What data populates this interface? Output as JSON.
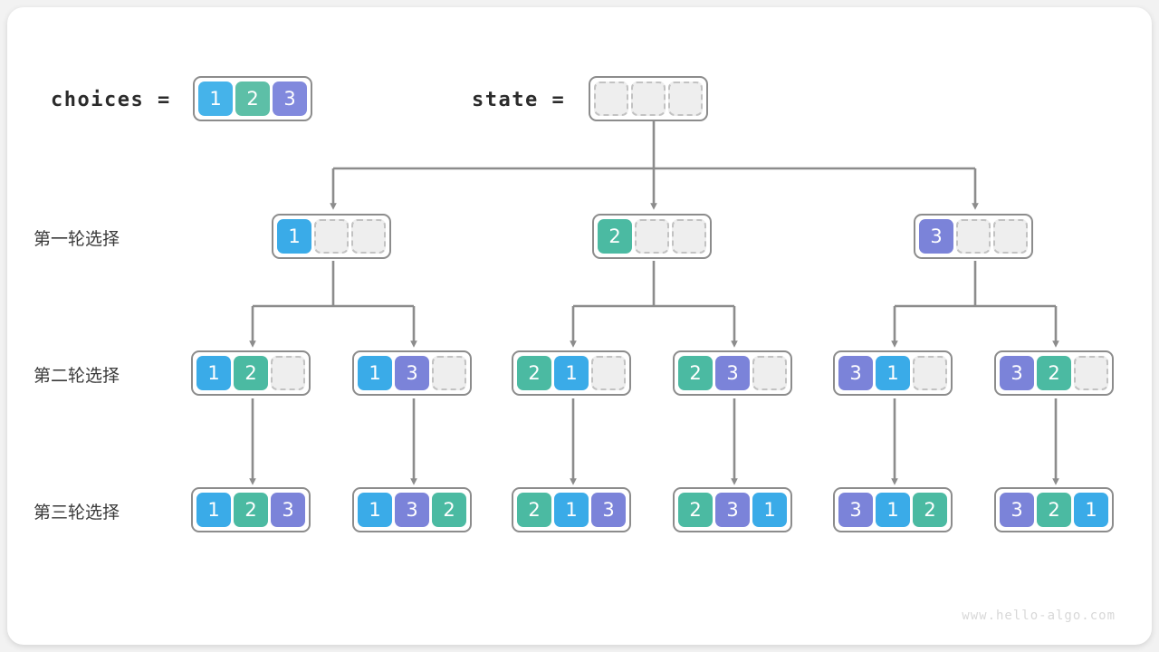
{
  "watermark": "www.hello-algo.com",
  "header": {
    "choices_label": "choices =",
    "state_label": "state ="
  },
  "row_labels": [
    "第一轮选择",
    "第二轮选择",
    "第三轮选择"
  ],
  "colors": {
    "value_1": "#3aabe8",
    "value_2": "#4bbaa2",
    "value_3": "#7b83d9",
    "empty_cell": "#eeeeee",
    "node_border": "#8c8c8c",
    "connector": "#8c8c8c",
    "canvas": "#f2f2f2",
    "card": "#ffffff",
    "text": "#3a3a3a",
    "watermark": "#d8d8d8"
  },
  "choices_node": {
    "cells": [
      "1",
      "2",
      "3"
    ]
  },
  "state_node": {
    "cells": [
      "",
      "",
      ""
    ]
  },
  "level1": [
    {
      "cells": [
        "1",
        "",
        ""
      ]
    },
    {
      "cells": [
        "2",
        "",
        ""
      ]
    },
    {
      "cells": [
        "3",
        "",
        ""
      ]
    }
  ],
  "level2": [
    {
      "cells": [
        "1",
        "2",
        ""
      ]
    },
    {
      "cells": [
        "1",
        "3",
        ""
      ]
    },
    {
      "cells": [
        "2",
        "1",
        ""
      ]
    },
    {
      "cells": [
        "2",
        "3",
        ""
      ]
    },
    {
      "cells": [
        "3",
        "1",
        ""
      ]
    },
    {
      "cells": [
        "3",
        "2",
        ""
      ]
    }
  ],
  "level3": [
    {
      "cells": [
        "1",
        "2",
        "3"
      ]
    },
    {
      "cells": [
        "1",
        "3",
        "2"
      ]
    },
    {
      "cells": [
        "2",
        "1",
        "3"
      ]
    },
    {
      "cells": [
        "2",
        "3",
        "1"
      ]
    },
    {
      "cells": [
        "3",
        "1",
        "2"
      ]
    },
    {
      "cells": [
        "3",
        "2",
        "1"
      ]
    }
  ]
}
